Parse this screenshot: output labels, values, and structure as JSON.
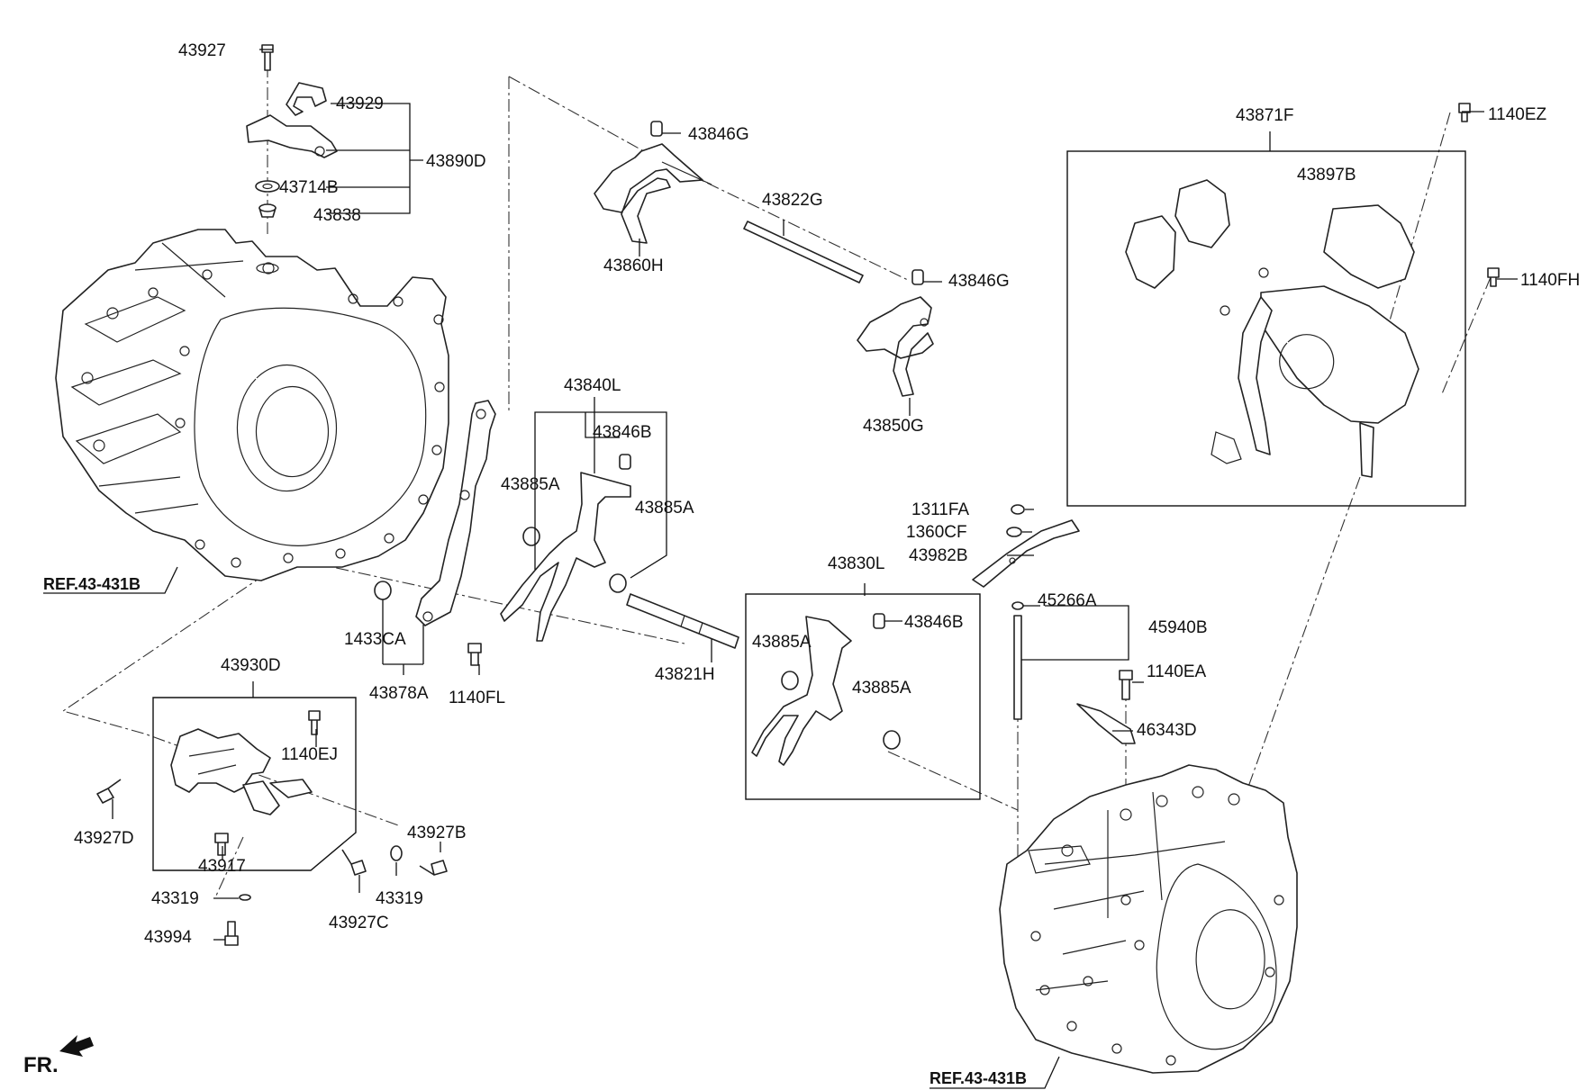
{
  "labels": {
    "p43927": "43927",
    "p43929": "43929",
    "p43890D": "43890D",
    "p43714B": "43714B",
    "p43838": "43838",
    "p43846G_a": "43846G",
    "p43822G": "43822G",
    "p43860H": "43860H",
    "p43846G_b": "43846G",
    "p43850G": "43850G",
    "p43871F": "43871F",
    "p1140EZ": "1140EZ",
    "p43897B": "43897B",
    "p1140FH": "1140FH",
    "p43840L": "43840L",
    "p43846B_a": "43846B",
    "p43885A_a": "43885A",
    "p43885A_b": "43885A",
    "p1311FA": "1311FA",
    "p1360CF": "1360CF",
    "p43982B": "43982B",
    "p43830L": "43830L",
    "p43846B_b": "43846B",
    "p43885A_c": "43885A",
    "p43885A_d": "43885A",
    "p45266A": "45266A",
    "p45940B": "45940B",
    "p1140EA": "1140EA",
    "p46343D": "46343D",
    "p1433CA": "1433CA",
    "p43878A": "43878A",
    "p1140FL": "1140FL",
    "p43821H": "43821H",
    "p43930D": "43930D",
    "p1140EJ": "1140EJ",
    "p43927D": "43927D",
    "p43917": "43917",
    "p43927B": "43927B",
    "p43319_a": "43319",
    "p43319_b": "43319",
    "p43927C": "43927C",
    "p43994": "43994"
  },
  "references": {
    "ref_left": "REF.43-431B",
    "ref_right": "REF.43-431B"
  },
  "front_indicator": "FR."
}
